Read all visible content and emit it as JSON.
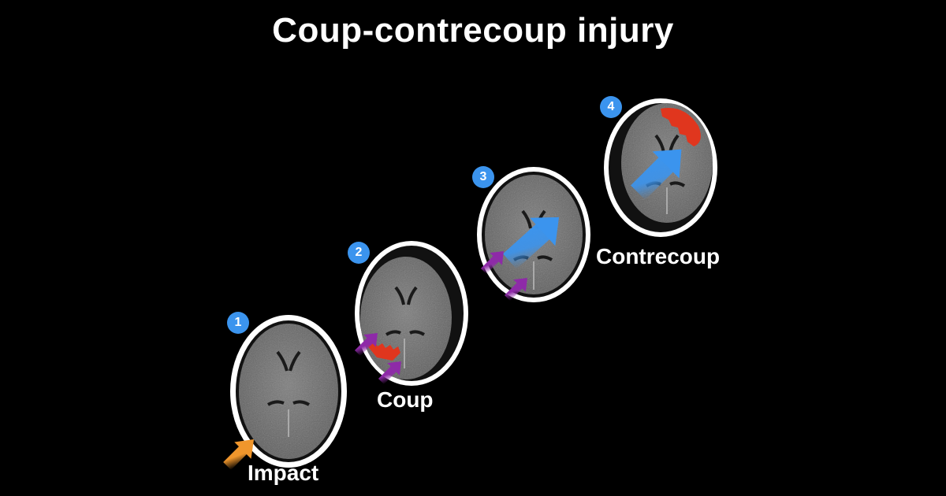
{
  "title": "Coup-contrecoup injury",
  "colors": {
    "badge": "#3b94ee",
    "impact_arrow": "#f0962c",
    "coup_arrow": "#8e2aa8",
    "force_arrow": "#3b94ee",
    "lesion": "#e0361e",
    "skull": "#ffffff",
    "background": "#000000"
  },
  "stages": [
    {
      "number": "1",
      "label": "Impact",
      "arrow": "impact-arrow"
    },
    {
      "number": "2",
      "label": "Coup",
      "arrow": "coup-arrows"
    },
    {
      "number": "3",
      "label": "",
      "arrow": "force-arrow"
    },
    {
      "number": "4",
      "label": "Contrecoup",
      "arrow": "force-arrow"
    }
  ]
}
